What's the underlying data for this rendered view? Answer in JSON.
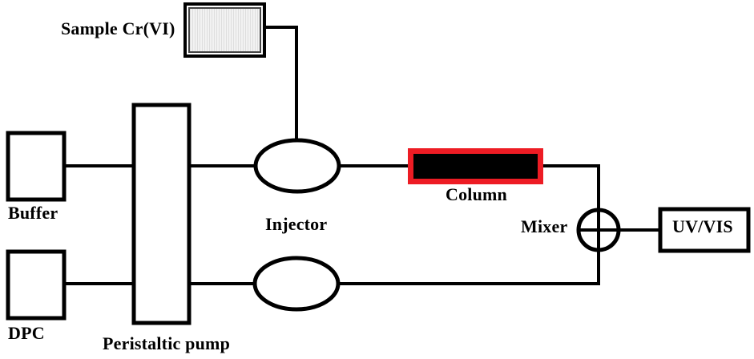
{
  "figure": {
    "title": "Flow injection analysis manifold schematic",
    "background_color": "#ffffff",
    "line_color": "#000000",
    "accent_color": "#ED1C24",
    "column_fill": "#000000",
    "sample_fill": "#EDEDED"
  },
  "labels": {
    "sample": "Sample Cr(VI)",
    "buffer": "Buffer",
    "dpc": "DPC",
    "pump": "Peristaltic pump",
    "injector": "Injector",
    "column": "Column",
    "mixer": "Mixer",
    "detector": "UV/VIS"
  },
  "nodes": [
    {
      "id": "sample",
      "shape": "hatched-rectangle",
      "label": "Sample Cr(VI)",
      "label_position": "left"
    },
    {
      "id": "buffer",
      "shape": "rectangle",
      "label": "Buffer",
      "label_position": "below"
    },
    {
      "id": "dpc",
      "shape": "rectangle",
      "label": "DPC",
      "label_position": "below"
    },
    {
      "id": "pump",
      "shape": "tall-rectangle",
      "label": "Peristaltic pump",
      "label_position": "below"
    },
    {
      "id": "injector",
      "shape": "ellipse",
      "label": "Injector",
      "label_position": "below"
    },
    {
      "id": "valve",
      "shape": "ellipse",
      "label": "",
      "label_position": "none"
    },
    {
      "id": "column",
      "shape": "filled-rectangle",
      "label": "Column",
      "label_position": "below"
    },
    {
      "id": "mixer",
      "shape": "crossed-circle",
      "label": "Mixer",
      "label_position": "left"
    },
    {
      "id": "detector",
      "shape": "rectangle",
      "label": "UV/VIS",
      "label_position": "inside"
    }
  ],
  "connections": [
    {
      "from": "buffer",
      "to": "pump",
      "type": "line"
    },
    {
      "from": "dpc",
      "to": "pump",
      "type": "line"
    },
    {
      "from": "pump",
      "to": "injector",
      "type": "line"
    },
    {
      "from": "pump",
      "to": "valve",
      "type": "line"
    },
    {
      "from": "sample",
      "to": "injector",
      "type": "elbow"
    },
    {
      "from": "injector",
      "to": "column",
      "type": "line"
    },
    {
      "from": "column",
      "to": "mixer",
      "type": "elbow"
    },
    {
      "from": "valve",
      "to": "mixer",
      "type": "elbow"
    },
    {
      "from": "mixer",
      "to": "detector",
      "type": "line"
    }
  ]
}
